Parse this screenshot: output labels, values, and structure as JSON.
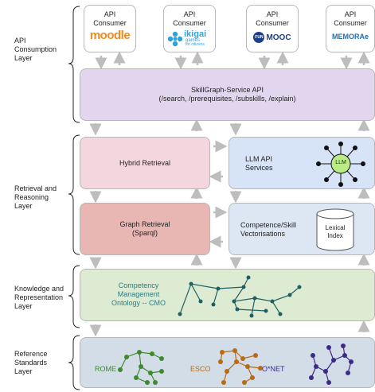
{
  "layers": {
    "consumption": "API\nConsumption\nLayer",
    "retrieval": "Retrieval and\nReasoning\nLayer",
    "knowledge": "Knowledge and\nRepresentation\nLayer",
    "reference": "Reference\nStandards\nLayer"
  },
  "consumers": [
    {
      "label": "API\nConsumer",
      "logo": "moodle"
    },
    {
      "label": "API\nConsumer",
      "logo_main": "ikigai",
      "logo_sub1": "games",
      "logo_sub2": "for citizens"
    },
    {
      "label": "API\nConsumer",
      "logo_badge": "FUN",
      "logo_main": "MOOC"
    },
    {
      "label": "API\nConsumer",
      "logo_main": "MEMORAe"
    }
  ],
  "api": {
    "title": "SkillGraph-Service API",
    "endpoints": "(/search, /prerequisites, /subskills, /explain)"
  },
  "retrieval": {
    "hybrid": "Hybrid Retrieval",
    "llm_services": "LLM API\nServices",
    "llm_node": "LLM",
    "graph": "Graph Retrieval\n(Sparql)",
    "vectorisations": "Competence/Skill\nVectorisations",
    "lexical": "Lexical\nIndex"
  },
  "knowledge": {
    "cmo": "Competency\nManagement\nOntology -- CMO"
  },
  "reference": {
    "rome": "ROME",
    "esco": "ESCO",
    "onet": "O*NET"
  },
  "colors": {
    "api_fill": "#e1d6ee",
    "hybrid_fill": "#f3d6de",
    "llm_fill": "#d7e3f6",
    "graph_fill": "#e8b7b4",
    "vector_fill": "#dde7f3",
    "knowledge_fill": "#dcebd2",
    "reference_fill": "#d2dde8",
    "arrow": "#bdbdbd",
    "cmo_graph": "#1f5f63",
    "rome": "#3f8a2f",
    "esco": "#b86a17",
    "onet": "#3b2a86",
    "moodle_orange": "#f08a24",
    "ikigai_blue": "#2fa4dc",
    "mooc_blue": "#1a3f8a",
    "memorae_blue": "#1e6fb5"
  }
}
